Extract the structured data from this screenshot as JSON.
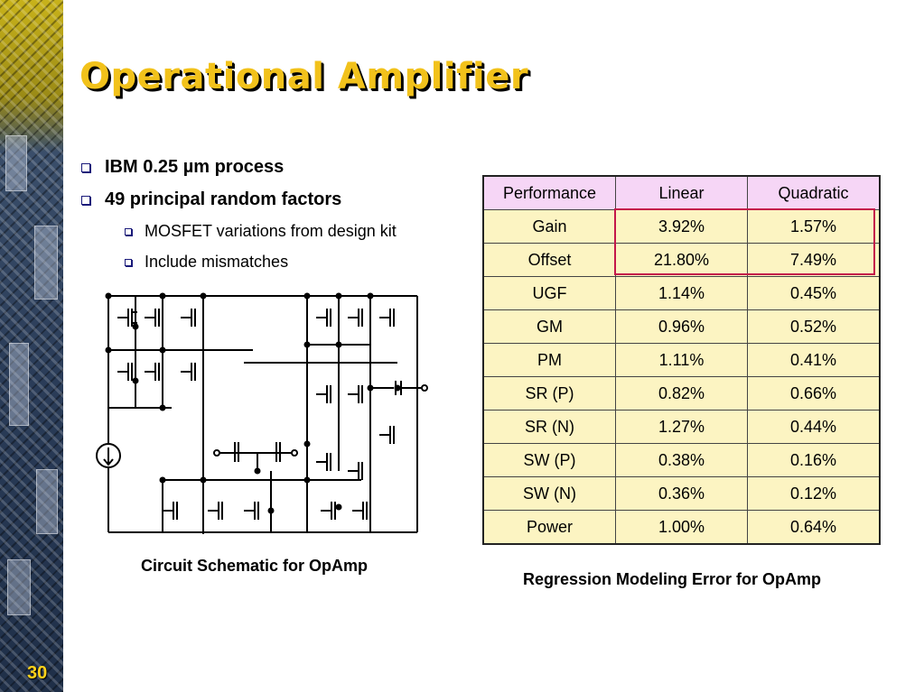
{
  "slide": {
    "number": "30",
    "title": "Operational Amplifier"
  },
  "bullets": [
    {
      "text": "IBM 0.25 µm process",
      "level": 1
    },
    {
      "text": "49 principal random factors",
      "level": 1
    },
    {
      "text": "MOSFET variations from design kit",
      "level": 2
    },
    {
      "text": "Include mismatches",
      "level": 2
    }
  ],
  "schematic": {
    "caption": "Circuit Schematic for OpAmp"
  },
  "table": {
    "caption": "Regression Modeling Error for OpAmp",
    "headers": [
      "Performance",
      "Linear",
      "Quadratic"
    ],
    "rows": [
      [
        "Gain",
        "3.92%",
        "1.57%"
      ],
      [
        "Offset",
        "21.80%",
        "7.49%"
      ],
      [
        "UGF",
        "1.14%",
        "0.45%"
      ],
      [
        "GM",
        "0.96%",
        "0.52%"
      ],
      [
        "PM",
        "1.11%",
        "0.41%"
      ],
      [
        "SR (P)",
        "0.82%",
        "0.66%"
      ],
      [
        "SR (N)",
        "1.27%",
        "0.44%"
      ],
      [
        "SW (P)",
        "0.38%",
        "0.16%"
      ],
      [
        "SW (N)",
        "0.36%",
        "0.12%"
      ],
      [
        "Power",
        "1.00%",
        "0.64%"
      ]
    ],
    "highlight_color": "#c4174a",
    "header_color": "#f6d6f6",
    "cell_color": "#fcf4c2"
  },
  "colors": {
    "title": "#f2c21b",
    "bullet_box": "#1a1a7a"
  }
}
